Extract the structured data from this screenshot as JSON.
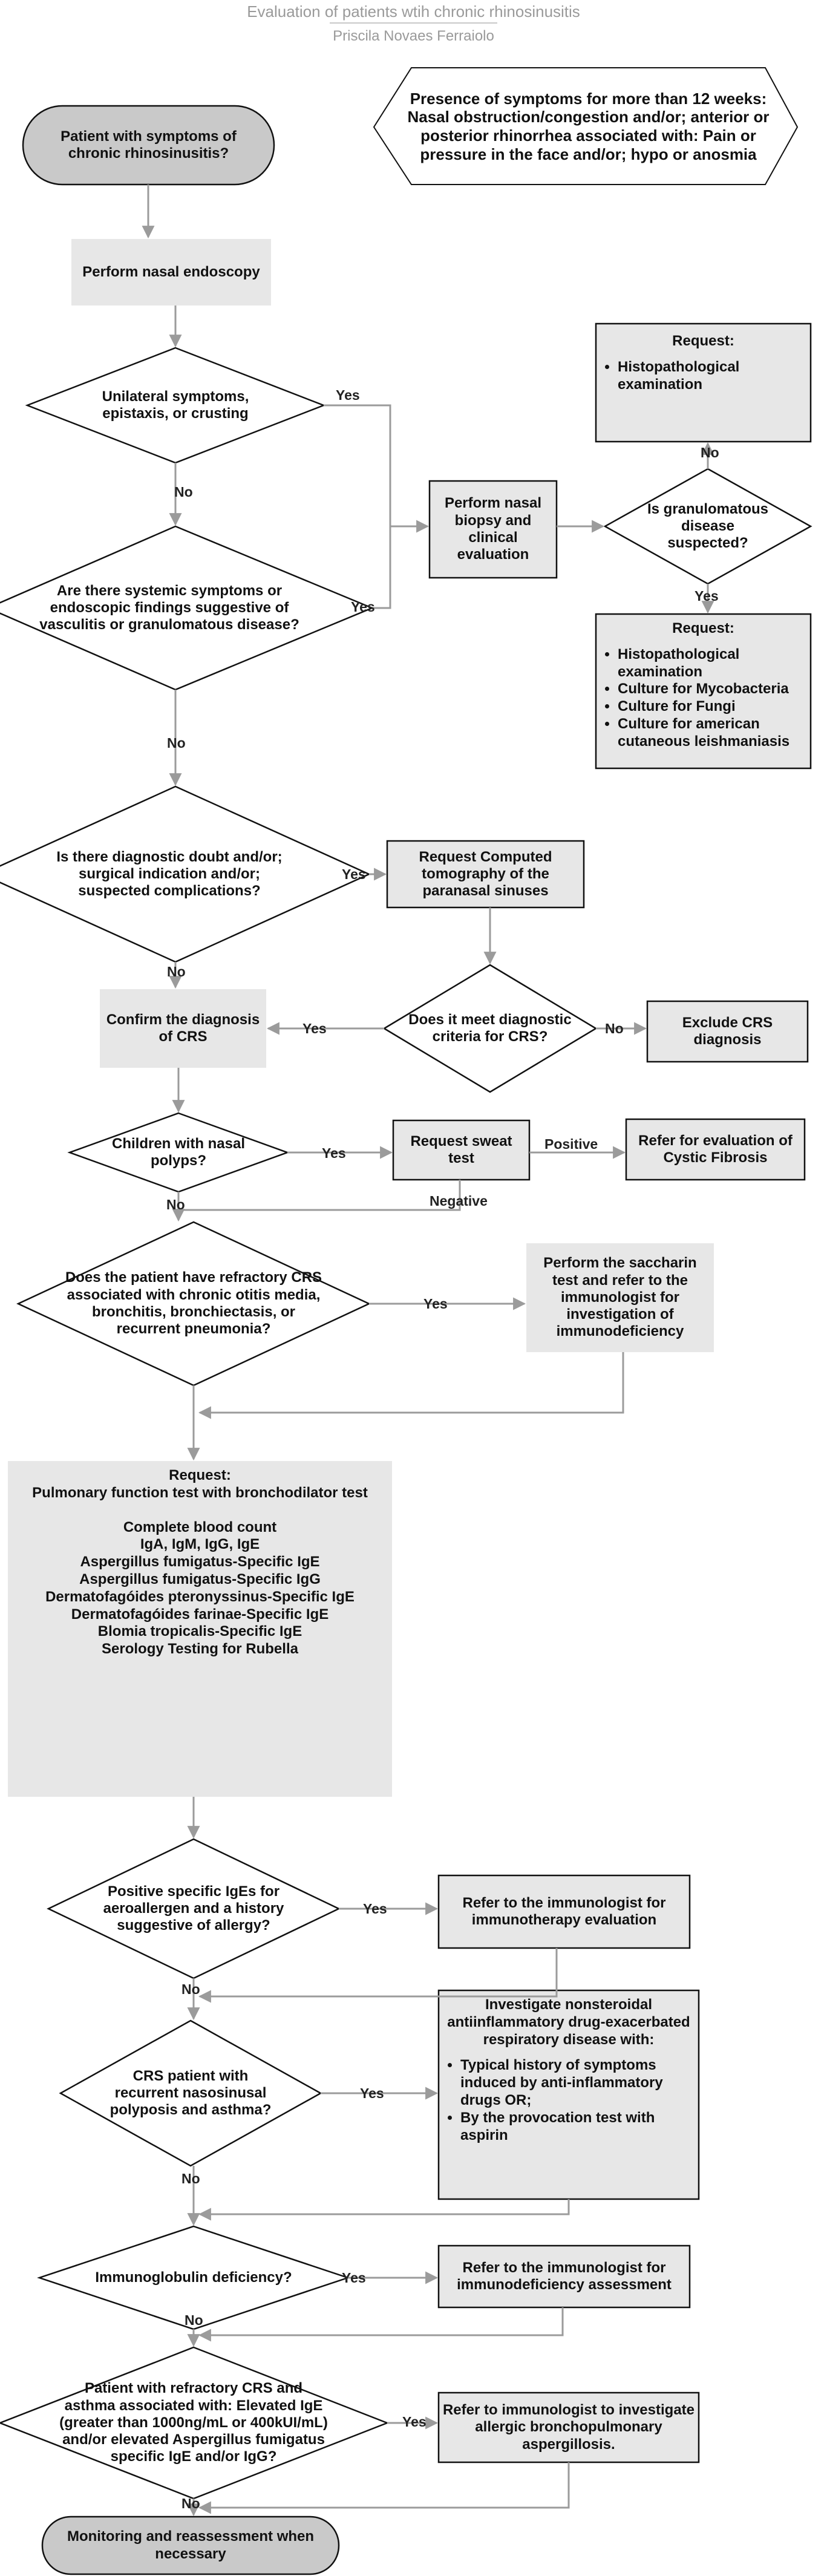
{
  "header": {
    "title": "Evaluation of patients wtih chronic rhinosinusitis",
    "author": "Priscila Novaes Ferraiolo"
  },
  "nodes": {
    "start": "Patient with symptoms of chronic rhinosinusitis?",
    "definition": "Presence of symptoms for more than 12 weeks: Nasal obstruction/congestion and/or; anterior or posterior rhinorrhea associated with: Pain or pressure in the face and/or; hypo or anosmia",
    "endoscopy": "Perform nasal endoscopy",
    "q_unilateral": "Unilateral symptoms, epistaxis, or crusting",
    "q_systemic": "Are there systemic symptoms or endoscopic findings suggestive of vasculitis or granulomatous disease?",
    "biopsy": "Perform nasal biopsy and clinical evaluation",
    "q_granulomatous": "Is granulomatous disease suspected?",
    "request_no": {
      "title": "Request:",
      "items": [
        "Histopathological examination"
      ]
    },
    "request_yes": {
      "title": "Request:",
      "items": [
        "Histopathological examination",
        "Culture for Mycobacteria",
        "Culture for Fungi",
        "Culture for american cutaneous leishmaniasis"
      ]
    },
    "q_doubt": "Is there diagnostic doubt and/or; surgical indication and/or; suspected complications?",
    "ct": "Request Computed tomography of the paranasal sinuses",
    "q_criteria": "Does it meet diagnostic criteria for CRS?",
    "exclude": "Exclude CRS diagnosis",
    "confirm": "Confirm the diagnosis of CRS",
    "q_children": "Children with nasal polyps?",
    "sweat": "Request sweat test",
    "cystic": "Refer for evaluation of Cystic Fibrosis",
    "q_refractory": "Does the patient have refractory CRS associated with chronic otitis media, bronchitis, bronchiectasis, or recurrent pneumonia?",
    "saccharin": "Perform the saccharin test and refer to the immunologist for investigation of immunodeficiency",
    "labs": {
      "title": "Request:",
      "subtitle": "Pulmonary function test with bronchodilator test",
      "items": [
        "Complete blood count",
        "IgA, IgM, IgG, IgE",
        "Aspergillus fumigatus-Specific IgE",
        "Aspergillus fumigatus-Specific IgG",
        "Dermatofagóides pteronyssinus-Specific IgE",
        "Dermatofagóides farinae-Specific IgE",
        "Blomia tropicalis-Specific IgE",
        "Serology Testing for Rubella"
      ]
    },
    "q_allergy": "Positive specific IgEs for aeroallergen and a history suggestive of allergy?",
    "immunotherapy": "Refer to the immunologist for immunotherapy evaluation",
    "q_asthma": "CRS patient with recurrent nasosinusal polyposis and asthma?",
    "aerd": {
      "title": "Investigate nonsteroidal antiinflammatory drug-exacerbated respiratory disease with:",
      "items": [
        "Typical history of symptoms induced by anti-inflammatory drugs OR;",
        "By the provocation test with aspirin"
      ]
    },
    "q_immuno": "Immunoglobulin deficiency?",
    "immuno_ref": "Refer to the immunologist for immunodeficiency assessment",
    "q_abpa": "Patient with refractory CRS and asthma associated with: Elevated IgE (greater than 1000ng/mL or 400kUI/mL) and/or elevated Aspergillus fumigatus specific IgE and/or IgG?",
    "abpa_ref": "Refer to immunologist to investigate allergic bronchopulmonary aspergillosis.",
    "end": "Monitoring and reassessment when necessary"
  },
  "labels": {
    "yes": "Yes",
    "no": "No",
    "positive": "Positive",
    "negative": "Negative"
  },
  "colors": {
    "terminal_fill": "#c9c9c9",
    "box_fill": "#e7e7e7",
    "stroke": "#111111",
    "arrow": "#9b9b9b"
  }
}
